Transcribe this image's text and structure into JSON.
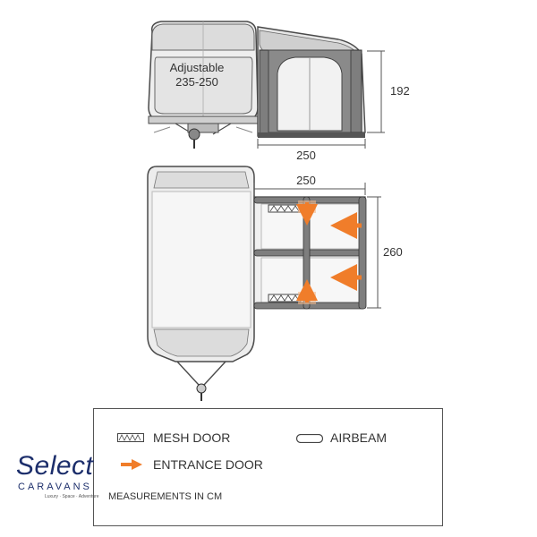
{
  "diagram": {
    "side_view": {
      "caravan_label_line1": "Adjustable",
      "caravan_label_line2": "235-250",
      "height_dim": "192",
      "width_dim": "250"
    },
    "plan_view": {
      "width_dim": "250",
      "depth_dim": "260"
    },
    "colors": {
      "outline": "#4a4a4a",
      "light_fill": "#e9e9e9",
      "dark_fill": "#7e7e7e",
      "accent_orange": "#f07d2a"
    }
  },
  "legend": {
    "mesh_door_label": "MESH DOOR",
    "airbeam_label": "AIRBEAM",
    "entrance_door_label": "ENTRANCE DOOR",
    "measurements_note": "MEASUREMENTS IN CM"
  },
  "logo": {
    "wordmark": "Select",
    "sub_wordmark": "CARAVANS",
    "tagline": "Luxury · Space · Adventure"
  }
}
